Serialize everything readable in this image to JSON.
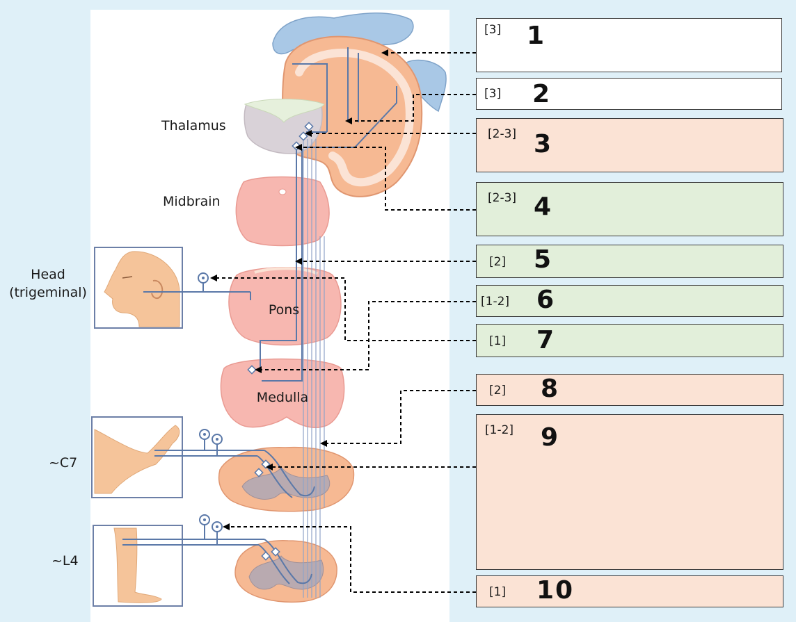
{
  "labels": {
    "thalamus": "Thalamus",
    "midbrain": "Midbrain",
    "head": "Head\n(trigeminal)",
    "pons": "Pons",
    "medulla": "Medulla",
    "c7": "~C7",
    "l4": "~L4"
  },
  "boxes": [
    {
      "level": "[3]",
      "number": "1",
      "color": "white"
    },
    {
      "level": "[3]",
      "number": "2",
      "color": "white"
    },
    {
      "level": "[2-3]",
      "number": "3",
      "color": "peach"
    },
    {
      "level": "[2-3]",
      "number": "4",
      "color": "green"
    },
    {
      "level": "[2]",
      "number": "5",
      "color": "green"
    },
    {
      "level": "[1-2]",
      "number": "6",
      "color": "green"
    },
    {
      "level": "[1]",
      "number": "7",
      "color": "green"
    },
    {
      "level": "[2]",
      "number": "8",
      "color": "peach"
    },
    {
      "level": "[1-2]",
      "number": "9",
      "color": "peach"
    },
    {
      "level": "[1]",
      "number": "10",
      "color": "peach"
    }
  ],
  "colors": {
    "background": "#dff0f8",
    "cortex": "#f6b993",
    "brainstem": "#f7b7b0",
    "tract": "#5a78a8",
    "cerebellum": "#a9c8e6",
    "skin": "#f5c49a",
    "box_peach": "#fbe3d5",
    "box_green": "#e2efda"
  }
}
